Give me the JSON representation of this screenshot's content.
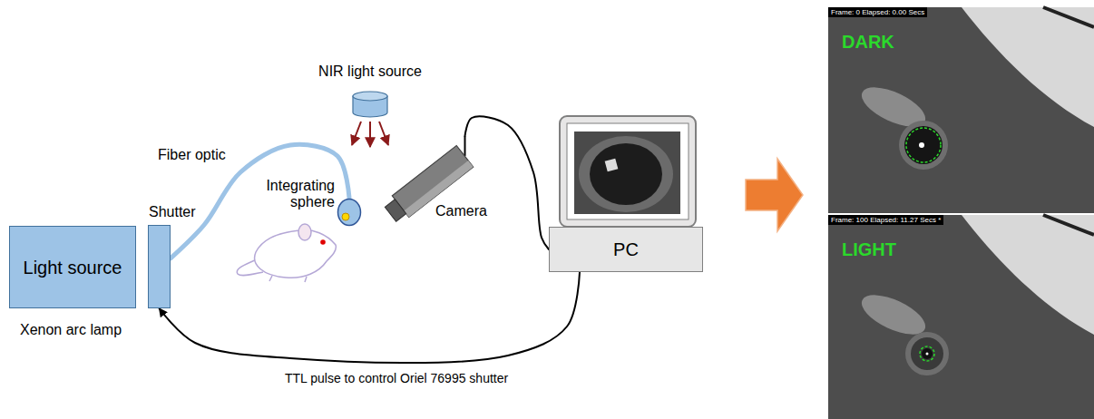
{
  "diagram": {
    "nodes": [
      {
        "text": [
          "Light source"
        ]
      },
      {
        "text": [
          "Shutter"
        ]
      },
      {
        "text": [
          "NIR light source"
        ]
      },
      {
        "text": [
          "Integrating sphere"
        ]
      },
      {
        "text": [
          "Camera"
        ]
      },
      {
        "text": [
          "PC"
        ]
      },
      {
        "text": [
          "Frame: 0 Elapsed: 0.00 Secs",
          "DARK"
        ]
      },
      {
        "text": [
          "Frame: 100 Elapsed: 11.27 Secs *",
          "LIGHT"
        ]
      }
    ],
    "edges": [
      {
        "from": 1,
        "to": 3,
        "label": "Fiber optic",
        "arrow": "none"
      },
      {
        "from": 4,
        "to": 5,
        "arrow": "none"
      },
      {
        "from": 5,
        "to": 1,
        "label": "TTL pulse to control Oriel 76995 shutter",
        "arrow": "to"
      }
    ],
    "labels": [
      "Xenon arc lamp"
    ]
  }
}
